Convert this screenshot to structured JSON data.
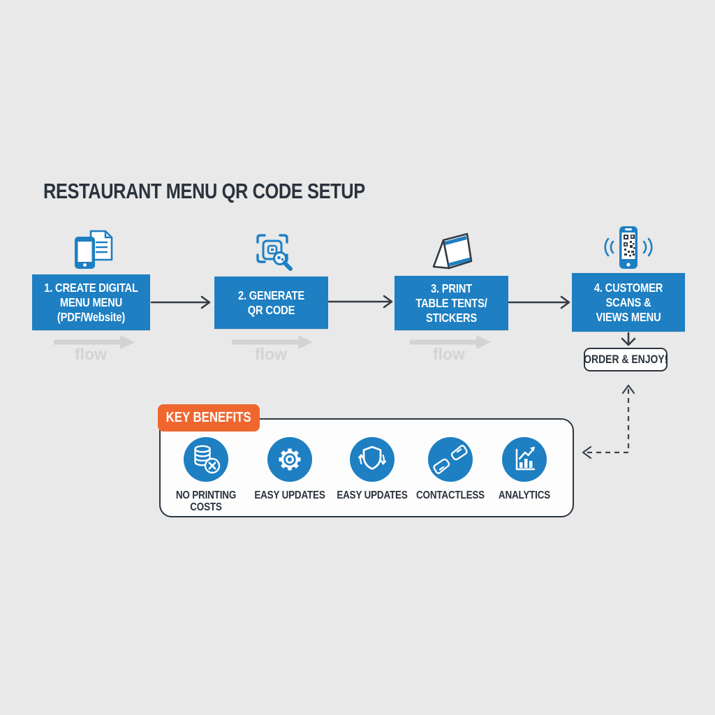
{
  "title": "RESTAURANT MENU QR CODE SETUP",
  "steps": [
    {
      "icon": "tablet-document-icon",
      "lines": [
        "1. CREATE DIGITAL",
        "MENU MENU",
        "(PDF/Website)"
      ]
    },
    {
      "icon": "qr-scan-icon",
      "lines": [
        "2. GENERATE",
        "QR CODE"
      ]
    },
    {
      "icon": "table-tent-icon",
      "lines": [
        "3. PRINT",
        "TABLE TENTS/",
        "STICKERS"
      ]
    },
    {
      "icon": "phone-qr-scan-icon",
      "lines": [
        "4. CUSTOMER",
        "SCANS &",
        "VIEWS MENU"
      ]
    }
  ],
  "flow_watermark": "flow",
  "result_badge": "ORDER & ENJOY!",
  "benefits": {
    "tab": "KEY BENEFITS",
    "items": [
      {
        "icon": "no-printing-costs-icon",
        "lines": [
          "NO PRINTING",
          "COSTS"
        ]
      },
      {
        "icon": "easy-updates-gear-icon",
        "lines": [
          "EASY UPDATES"
        ]
      },
      {
        "icon": "shield-refresh-icon",
        "lines": [
          "EASY UPDATES"
        ]
      },
      {
        "icon": "contactless-hands-icon",
        "lines": [
          "CONTACTLESS"
        ]
      },
      {
        "icon": "analytics-chart-icon",
        "lines": [
          "ANALYTICS"
        ]
      }
    ]
  },
  "colors": {
    "background": "#e9e9e9",
    "primary_blue": "#1e7fc2",
    "accent_orange": "#ef672f",
    "dark": "#2e3740",
    "flow_gray": "#d3d3d3",
    "panel_white": "#fdfdfd"
  }
}
